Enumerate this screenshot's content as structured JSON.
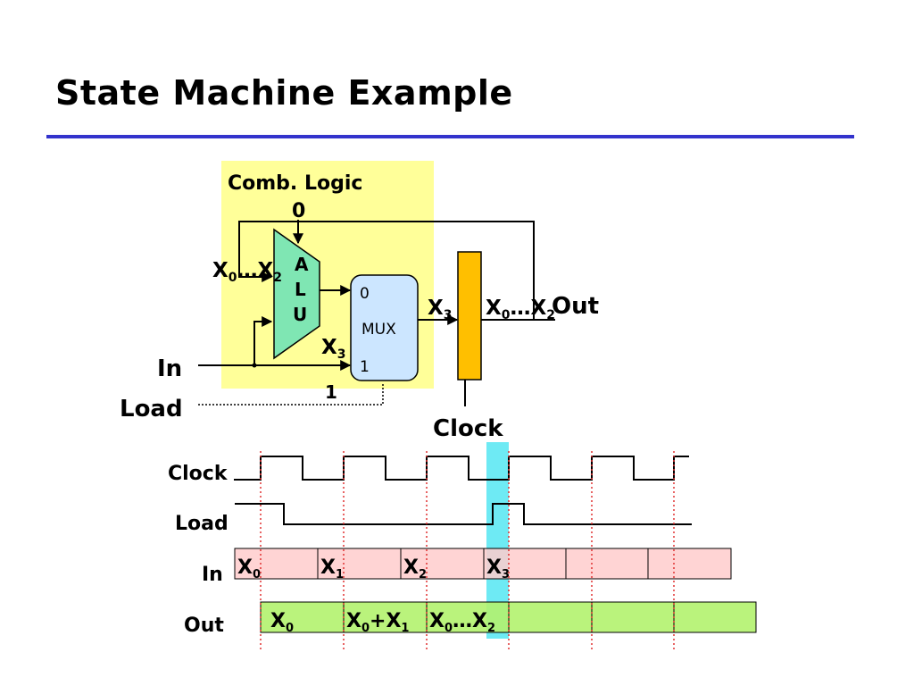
{
  "title": "State Machine Example",
  "colors": {
    "rule": "#3333cc",
    "comb_logic_bg": "#ffff99",
    "alu_fill": "#7fe6b3",
    "mux_fill": "#cce6ff",
    "register_fill": "#ffbf00",
    "highlight": "#55e6f2",
    "in_row_fill": "#ffcccc",
    "out_row_fill": "#b3f26e",
    "clock_guides": "#e03030"
  },
  "circuit": {
    "comb_logic_label": "Comb. Logic",
    "alu_zero_input": "0",
    "alu_letters": [
      "A",
      "L",
      "U"
    ],
    "alu_feedback": {
      "base": "X",
      "first": "0",
      "ellipsis": "…",
      "last": "2"
    },
    "mux": {
      "in0": "0",
      "name": "MUX",
      "in1": "1"
    },
    "x3_mux_input": {
      "base": "X",
      "sub": "3"
    },
    "x3_reg_input": {
      "base": "X",
      "sub": "3"
    },
    "reg_output": {
      "base": "X",
      "first": "0",
      "ellipsis": "…",
      "last": "2"
    },
    "out_label": "Out",
    "in_label": "In",
    "load_label": "Load",
    "load_one": "1",
    "clock_label": "Clock"
  },
  "timing": {
    "clock_label": "Clock",
    "load_label": "Load",
    "in_label": "In",
    "out_label": "Out",
    "in_values": [
      {
        "base": "X",
        "sub": "0"
      },
      {
        "base": "X",
        "sub": "1"
      },
      {
        "base": "X",
        "sub": "2"
      },
      {
        "base": "X",
        "sub": "3"
      }
    ],
    "out_values": [
      {
        "t1": "X",
        "s1": "0"
      },
      {
        "t1": "X",
        "s1": "0",
        "t2": "+X",
        "s2": "1"
      },
      {
        "t1": "X",
        "s1": "0",
        "t2": "…X",
        "s2": "2"
      }
    ]
  }
}
